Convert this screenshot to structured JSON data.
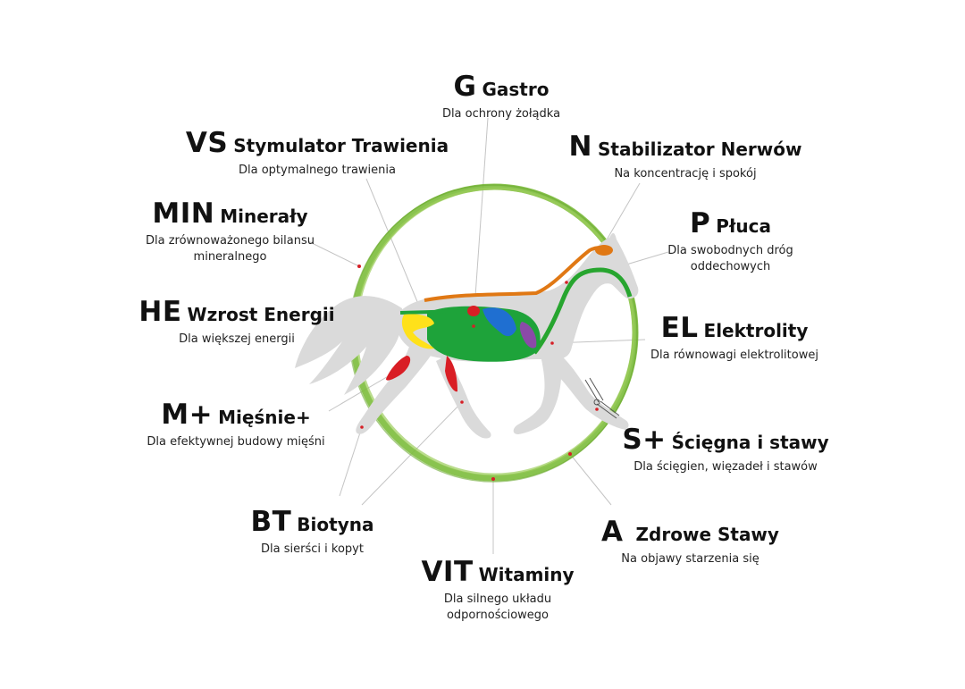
{
  "labels": [
    {
      "id": "g",
      "code": "G",
      "name": "Gastro",
      "desc": "Dla ochrony żołądka"
    },
    {
      "id": "vs",
      "code": "VS",
      "name": "Stymulator Trawienia",
      "desc": "Dla optymalnego trawienia"
    },
    {
      "id": "n",
      "code": "N",
      "name": "Stabilizator Nerwów",
      "desc": "Na koncentrację i spokój"
    },
    {
      "id": "min",
      "code": "MIN",
      "name": "Minerały",
      "desc": "Dla zrównoważonego bilansu\nmineralnego"
    },
    {
      "id": "p",
      "code": "P",
      "name": "Płuca",
      "desc": "Dla swobodnych dróg\noddechowych"
    },
    {
      "id": "he",
      "code": "HE",
      "name": "Wzrost Energii",
      "desc": "Dla większej energii"
    },
    {
      "id": "el",
      "code": "EL",
      "name": "Elektrolity",
      "desc": "Dla równowagi elektrolitowej"
    },
    {
      "id": "mplus",
      "code": "M+",
      "name": "Mięśnie+",
      "desc": "Dla efektywnej budowy mięśni"
    },
    {
      "id": "splus",
      "code": "S+",
      "name": "Ścięgna i stawy",
      "desc": "Dla ścięgien, więzadeł i stawów"
    },
    {
      "id": "bt",
      "code": "BT",
      "name": "Biotyna",
      "desc": "Dla sierści i kopyt"
    },
    {
      "id": "a",
      "code": "A",
      "name": "Zdrowe Stawy",
      "desc": "Na objawy starzenia się"
    },
    {
      "id": "vit",
      "code": "VIT",
      "name": "Witaminy",
      "desc": "Dla silnego układu\nodpornościowego"
    }
  ],
  "colors": {
    "ring": "#7cbc3c",
    "horse": "#d9d9d9",
    "intestine": "#1ea33a",
    "stomach": "#1f6fd1",
    "nerve": "#e07814",
    "lung": "#27a52f",
    "liver": "#ffe11a",
    "kidney": "#8a4aa8",
    "muscle": "#d91e25",
    "joint": "#555555",
    "leader": "#bdbdbd",
    "dot": "#d61f26"
  }
}
